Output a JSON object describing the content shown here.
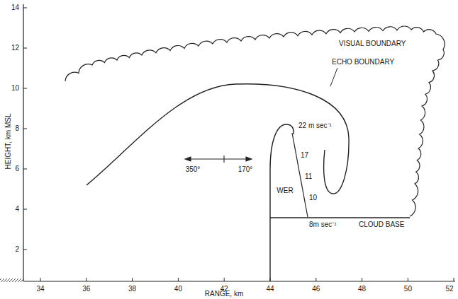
{
  "diagram": {
    "labels": [
      "14",
      "12",
      "10",
      "8",
      "6",
      "4",
      "2",
      "HEIGHT, km MSL",
      "34",
      "36",
      "38",
      "40",
      "42",
      "44",
      "46",
      "48",
      "50",
      "52",
      "RANGE, km",
      "VISUAL BOUNDARY",
      "ECHO BOUNDARY",
      "350°",
      "170°",
      "22 m sec⁻¹",
      "17",
      "11",
      "10",
      "8m sec⁻¹",
      "WER",
      "CLOUD BASE"
    ]
  }
}
